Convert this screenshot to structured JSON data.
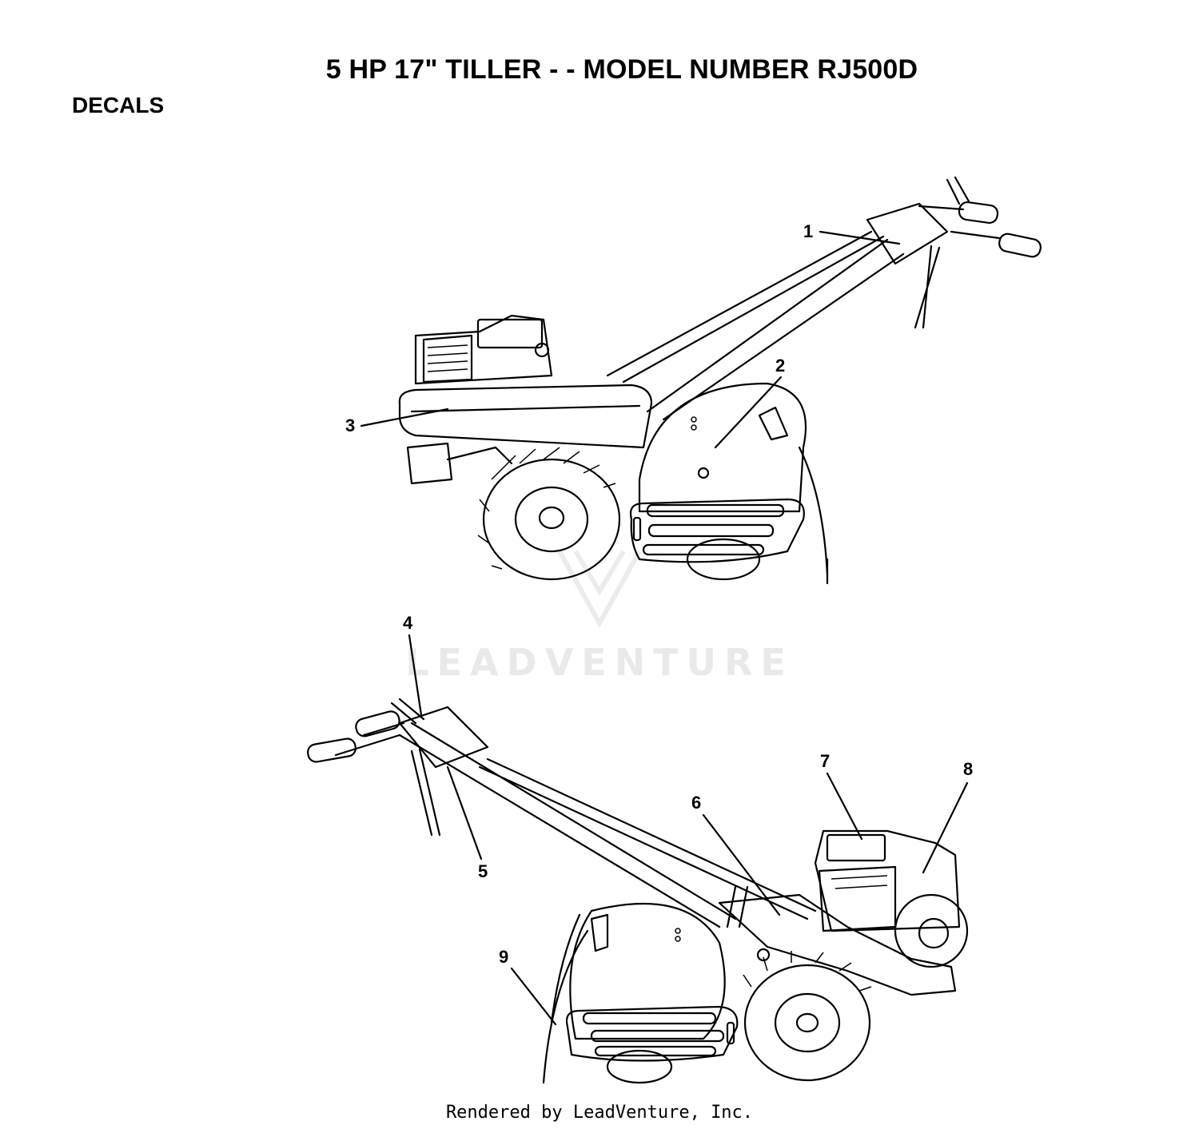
{
  "page": {
    "title": "5 HP 17\" TILLER - - MODEL NUMBER RJ500D",
    "section": "DECALS",
    "footer": "Rendered by LeadVenture, Inc.",
    "watermark": "LEADVENTURE"
  },
  "callouts": [
    {
      "id": 1,
      "label": "1"
    },
    {
      "id": 2,
      "label": "2"
    },
    {
      "id": 3,
      "label": "3"
    },
    {
      "id": 4,
      "label": "4"
    },
    {
      "id": 5,
      "label": "5"
    },
    {
      "id": 6,
      "label": "6"
    },
    {
      "id": 7,
      "label": "7"
    },
    {
      "id": 8,
      "label": "8"
    },
    {
      "id": 9,
      "label": "9"
    }
  ]
}
